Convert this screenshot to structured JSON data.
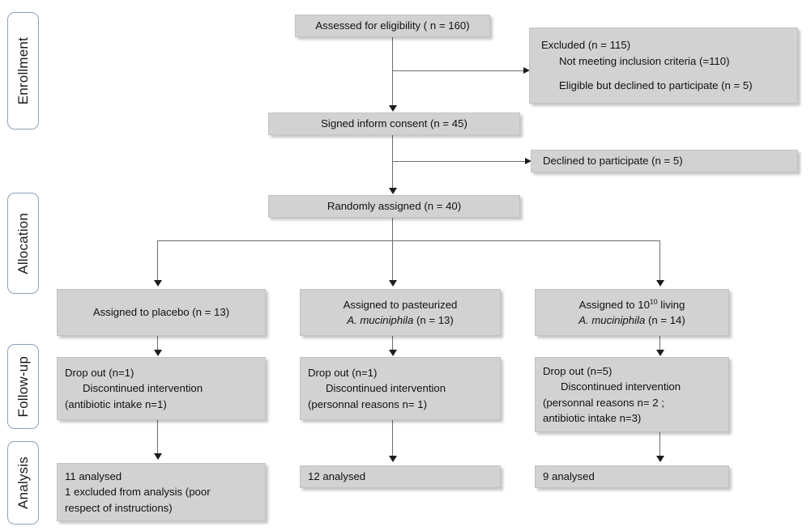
{
  "diagram": {
    "title": "CONSORT participant flow diagram",
    "colors": {
      "box_fill": "#d2d2d2",
      "box_border": "#c2c2c2",
      "stage_border": "#8ea2b8",
      "connector": "#6d6d6d",
      "arrow": "#1d1d1d",
      "background": "#ffffff",
      "text": "#111111"
    }
  },
  "stages": [
    {
      "label": "Enrollment"
    },
    {
      "label": "Allocation"
    },
    {
      "label": "Follow-up"
    },
    {
      "label": "Analysis"
    }
  ],
  "enrollment": {
    "assessed": {
      "text": "Assessed for eligibility ( n = 160)"
    },
    "excluded": {
      "line1": "Excluded (n = 115)",
      "line2": "Not meeting inclusion criteria (=110)",
      "line3": "Eligible but declined to participate (n = 5)"
    },
    "consent": {
      "text": "Signed inform consent (n = 45)"
    },
    "declined": {
      "text": "Declined to participate (n = 5)"
    },
    "randomized": {
      "text": "Randomly assigned (n = 40)"
    }
  },
  "allocation": [
    {
      "line1": "Assigned to placebo (n = 13)",
      "line2": "",
      "species": "",
      "species_suffix": ""
    },
    {
      "line1": "Assigned to pasteurized",
      "line2": "",
      "species": "A. muciniphila",
      "species_suffix": " (n = 13)"
    },
    {
      "line1_pre": "Assigned to 10",
      "line1_sup": "10",
      "line1_post": " living",
      "species": "A. muciniphila",
      "species_suffix": " (n = 14)"
    }
  ],
  "followup": [
    {
      "line1": "Drop out (n=1)",
      "line2": "Discontinued intervention",
      "line3": "(antibiotic intake n=1)",
      "line4": ""
    },
    {
      "line1": "Drop out (n=1)",
      "line2": "Discontinued intervention",
      "line3": "(personnal reasons n= 1)",
      "line4": ""
    },
    {
      "line1": "Drop out (n=5)",
      "line2": "Discontinued intervention",
      "line3": "(personnal reasons n= 2 ;",
      "line4": "antibiotic intake n=3)"
    }
  ],
  "analysis": [
    {
      "line1": "11 analysed",
      "line2": "1 excluded from analysis (poor",
      "line3": "respect of instructions)"
    },
    {
      "line1": "12 analysed",
      "line2": "",
      "line3": ""
    },
    {
      "line1": "9 analysed",
      "line2": "",
      "line3": ""
    }
  ],
  "flow_data": {
    "type": "flowchart",
    "assessed_for_eligibility": 160,
    "excluded_total": 115,
    "excluded_not_meeting_criteria": 110,
    "excluded_eligible_declined": 5,
    "signed_consent": 45,
    "declined_after_consent": 5,
    "randomized": 40,
    "arms": [
      {
        "name": "placebo",
        "allocated": 13,
        "dropout": 1,
        "analysed": 11,
        "excluded_from_analysis": 1
      },
      {
        "name": "pasteurized A. muciniphila",
        "allocated": 13,
        "dropout": 1,
        "analysed": 12,
        "excluded_from_analysis": 0
      },
      {
        "name": "10^10 living A. muciniphila",
        "allocated": 14,
        "dropout": 5,
        "analysed": 9,
        "excluded_from_analysis": 0
      }
    ]
  }
}
